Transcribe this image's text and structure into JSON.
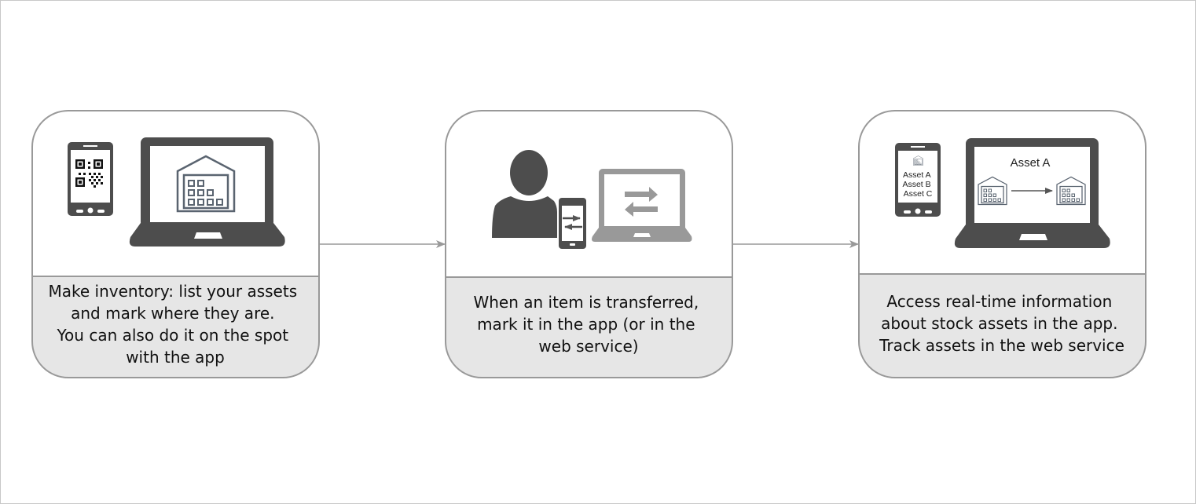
{
  "title": "Asset tracking workflow",
  "colors": {
    "card_border": "#999999",
    "caption_fill": "#e6e6e6",
    "icon_dark": "#4d4d4d",
    "icon_light": "#999999",
    "warehouse_stroke": "#5a6470",
    "arrow": "#999999"
  },
  "steps": [
    {
      "icons": [
        "phone-qr-icon",
        "laptop-warehouse-icon"
      ],
      "caption": [
        "Make inventory: list your assets",
        "and mark where they are.",
        "You can also do it on the spot",
        "with the app"
      ]
    },
    {
      "icons": [
        "person-icon",
        "phone-transfer-icon",
        "laptop-transfer-icon"
      ],
      "caption": [
        "When an item is transferred,",
        "mark it in the app (or in the",
        "web service)"
      ]
    },
    {
      "icons": [
        "phone-asset-list-icon",
        "laptop-asset-tracking-icon"
      ],
      "phone_list": [
        "Asset A",
        "Asset B",
        "Asset C"
      ],
      "laptop_title": "Asset A",
      "caption": [
        "Access real-time information",
        "about stock assets in the app.",
        "Track assets in the web service"
      ]
    }
  ]
}
